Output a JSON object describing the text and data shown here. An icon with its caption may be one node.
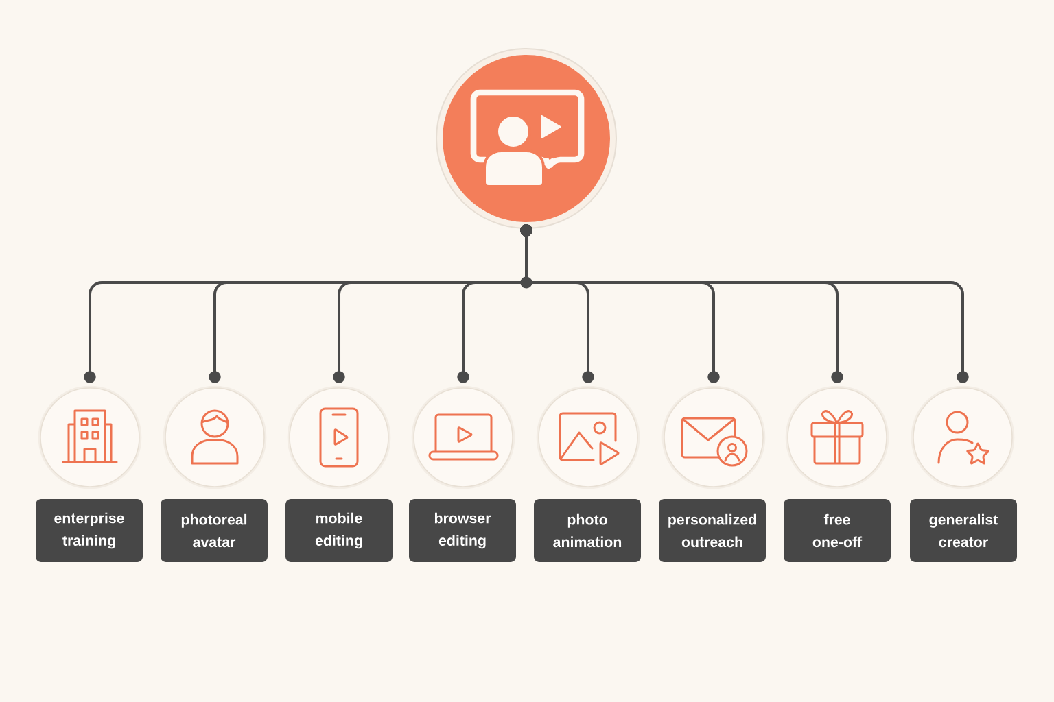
{
  "diagram": {
    "nodes": [
      {
        "text": [],
        "shape": "circle"
      },
      {
        "text": [],
        "shape": "circle"
      },
      {
        "text": [],
        "shape": "circle"
      },
      {
        "text": [],
        "shape": "circle"
      },
      {
        "text": [],
        "shape": "circle"
      },
      {
        "text": [],
        "shape": "circle"
      },
      {
        "text": [],
        "shape": "circle"
      },
      {
        "text": [],
        "shape": "circle"
      },
      {
        "text": [],
        "shape": "circle"
      },
      {
        "text": [
          "enterprise training"
        ]
      },
      {
        "text": [
          "photoreal avatar"
        ]
      },
      {
        "text": [
          "mobile editing"
        ]
      },
      {
        "text": [
          "browser editing"
        ]
      },
      {
        "text": [
          "photo animation"
        ]
      },
      {
        "text": [
          "personalized outreach"
        ]
      },
      {
        "text": [
          "free one-off"
        ]
      },
      {
        "text": [
          "generalist creator"
        ]
      }
    ],
    "edges": [
      {
        "from": 0,
        "to": 1,
        "arrow": "other"
      },
      {
        "from": 0,
        "to": 2,
        "arrow": "other"
      },
      {
        "from": 0,
        "to": 3,
        "arrow": "other"
      },
      {
        "from": 0,
        "to": 4,
        "arrow": "other"
      },
      {
        "from": 0,
        "to": 5,
        "arrow": "other"
      },
      {
        "from": 0,
        "to": 6,
        "arrow": "other"
      },
      {
        "from": 0,
        "to": 7,
        "arrow": "other"
      },
      {
        "from": 0,
        "to": 8,
        "arrow": "other"
      }
    ]
  }
}
